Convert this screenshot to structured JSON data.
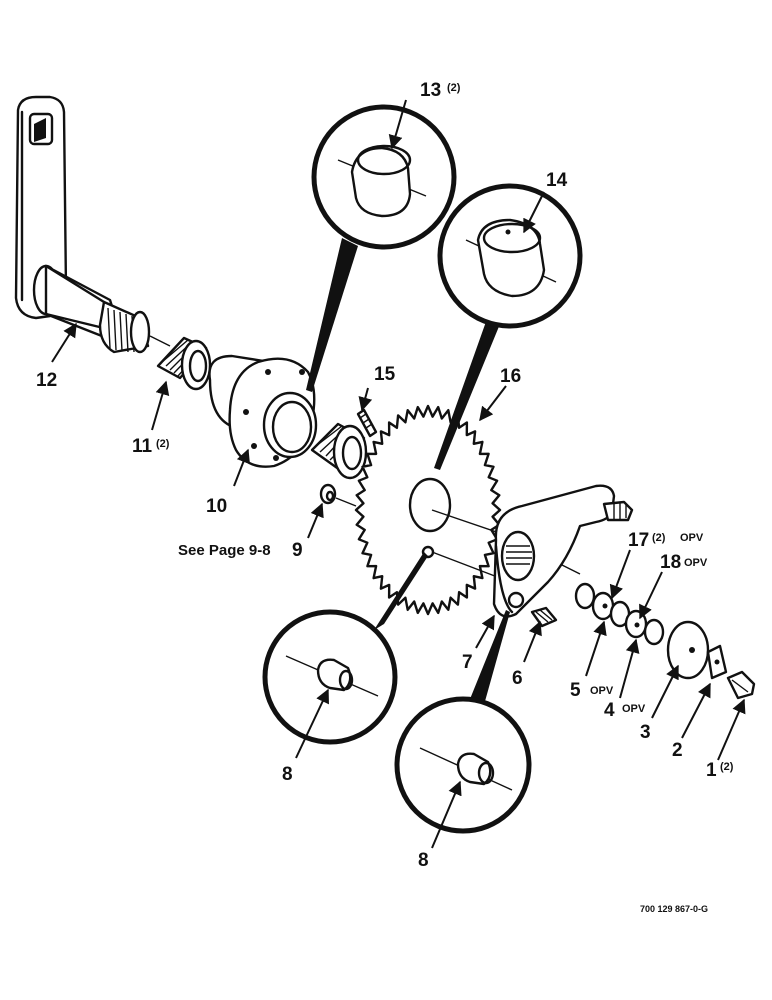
{
  "callouts": {
    "c1": {
      "num": "1",
      "qty": "(2)",
      "opv": ""
    },
    "c2": {
      "num": "2"
    },
    "c3": {
      "num": "3"
    },
    "c4": {
      "num": "4",
      "opv": "OPV"
    },
    "c5": {
      "num": "5",
      "opv": "OPV"
    },
    "c6": {
      "num": "6"
    },
    "c7": {
      "num": "7"
    },
    "c8a": {
      "num": "8"
    },
    "c8b": {
      "num": "8"
    },
    "c9": {
      "num": "9",
      "ref": "See Page 9-8"
    },
    "c10": {
      "num": "10"
    },
    "c11": {
      "num": "11",
      "qty": "(2)"
    },
    "c12": {
      "num": "12"
    },
    "c13": {
      "num": "13",
      "qty": "(2)"
    },
    "c14": {
      "num": "14"
    },
    "c15": {
      "num": "15"
    },
    "c16": {
      "num": "16"
    },
    "c17": {
      "num": "17",
      "qty": "(2)",
      "opv": "OPV"
    },
    "c18": {
      "num": "18",
      "opv": "OPV"
    }
  },
  "drawing_code": "700 129 867-0-G"
}
